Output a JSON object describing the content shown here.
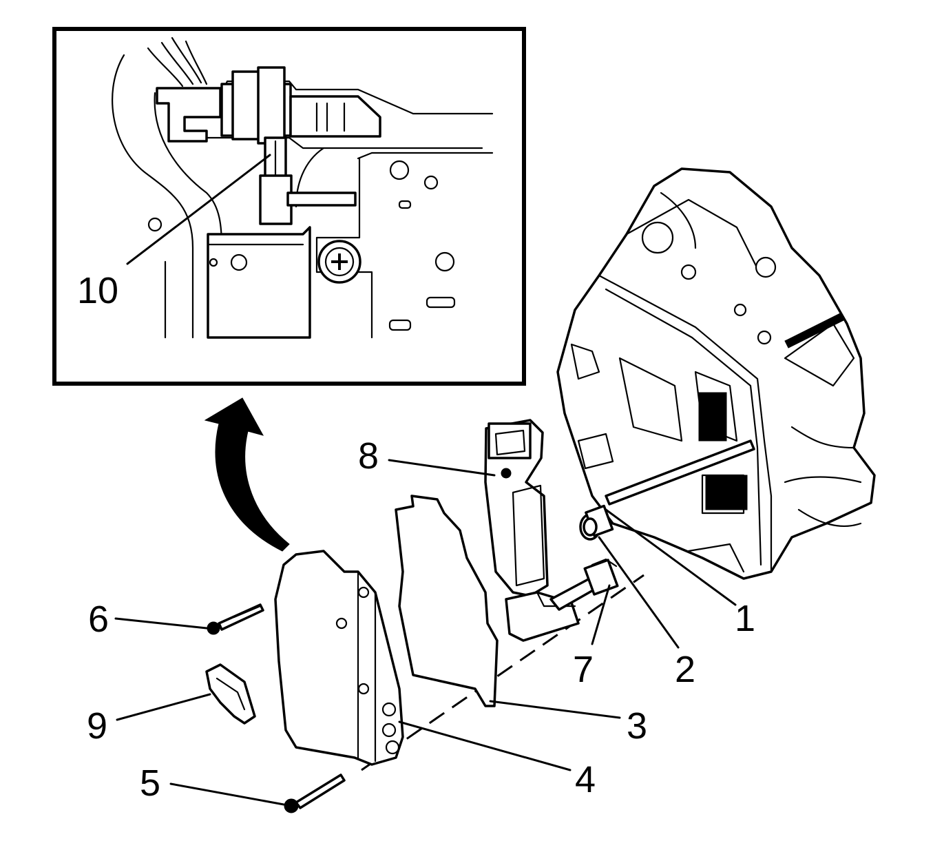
{
  "callouts": [
    {
      "id": "callout-1",
      "label": "1",
      "target": "wiring-harness-connector-bore"
    },
    {
      "id": "callout-2",
      "label": "2",
      "target": "spacer-tube"
    },
    {
      "id": "callout-3",
      "label": "3",
      "target": "spacer-plate"
    },
    {
      "id": "callout-4",
      "label": "4",
      "target": "control-valve-body"
    },
    {
      "id": "callout-5",
      "label": "5",
      "target": "lower-bolt"
    },
    {
      "id": "callout-6",
      "label": "6",
      "target": "upper-bolt"
    },
    {
      "id": "callout-7",
      "label": "7",
      "target": "sensor-connector"
    },
    {
      "id": "callout-8",
      "label": "8",
      "target": "harness-clip"
    },
    {
      "id": "callout-9",
      "label": "9",
      "target": "bracket"
    },
    {
      "id": "callout-10",
      "label": "10",
      "target": "detail-connector-tab"
    }
  ],
  "colors": {
    "line": "#000000",
    "background": "#ffffff"
  },
  "icons": {
    "arrow": "curved-arrow-up-icon"
  }
}
